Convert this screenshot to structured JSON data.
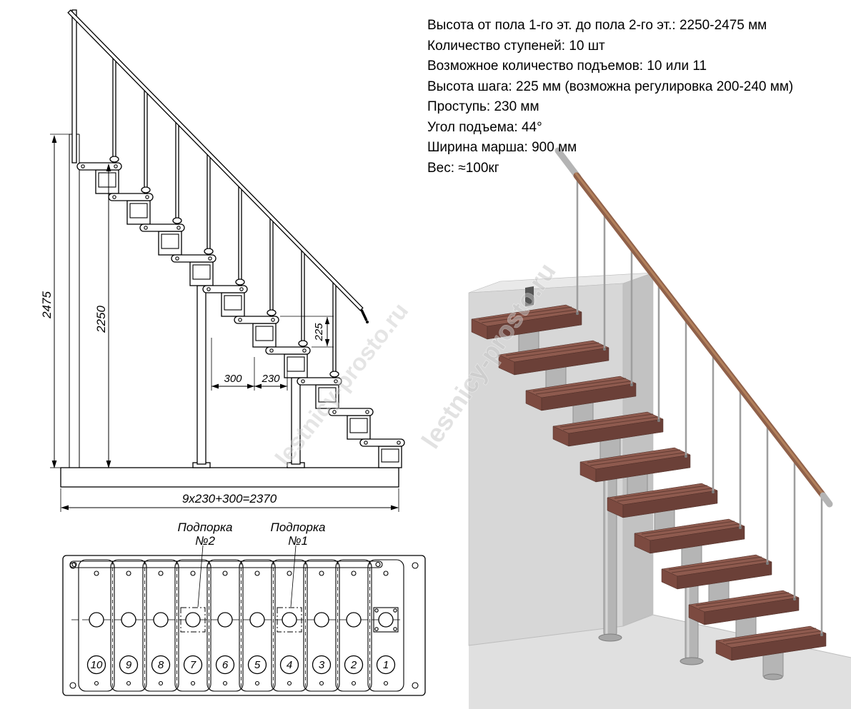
{
  "specs": {
    "lines": [
      "Высота от пола 1-го эт. до пола 2-го эт.: 2250-2475 мм",
      "Количество ступеней: 10 шт",
      "Возможное количество подъемов: 10 или 11",
      "Высота шага: 225 мм (возможна регулировка 200-240 мм)",
      "Проступь: 230 мм",
      "Угол подъема: 44°",
      "Ширина марша: 900 мм",
      "Вес: ≈100кг"
    ]
  },
  "elevation": {
    "dims": {
      "total_height": "2475",
      "floor_height": "2250",
      "step_height": "225",
      "run_top": "300",
      "run_step": "230",
      "run_total": "9x230+300=2370"
    }
  },
  "plan": {
    "support2": {
      "line1": "Подпорка",
      "line2": "№2"
    },
    "support1": {
      "line1": "Подпорка",
      "line2": "№1"
    },
    "step_numbers": [
      "10",
      "9",
      "8",
      "7",
      "6",
      "5",
      "4",
      "3",
      "2",
      "1"
    ]
  },
  "watermark": {
    "text": "lestnicy-prosto.ru"
  },
  "colors": {
    "wood_top": "#8e5a4e",
    "wood_side": "#6b4038",
    "wood_end": "#7c4a40",
    "rail_wood": "#90614a",
    "metal": "#b5b5b5",
    "wall": "#d7d7d7",
    "wall_light": "#e9e9e9",
    "wall_dark": "#c2c2c2",
    "floor": "#e0e0e0",
    "watermark": "#c6c6c6"
  }
}
